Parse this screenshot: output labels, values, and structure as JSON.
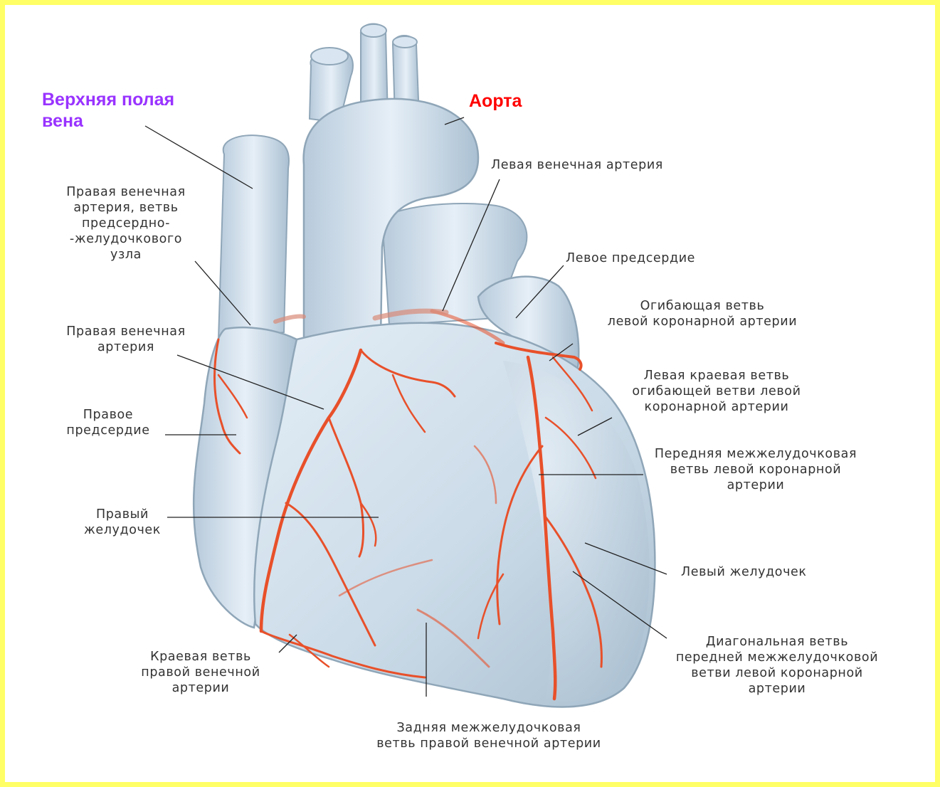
{
  "colors": {
    "background_border": "#ffff66",
    "heart_fill": "#cfdde8",
    "heart_shadow": "#8fa6b8",
    "artery": "#e8502a",
    "leader_line": "#222222",
    "label_text": "#333333",
    "svc_label": "#9933ff",
    "aorta_label": "#ff0000"
  },
  "labels": {
    "svc": "Верхняя полая\nвена",
    "aorta": "Аорта",
    "left_coronary_artery": "Левая венечная артерия",
    "right_coronary_av_node_branch": "Правая венечная\nартерия, ветвь\nпредсердно-\n-желудочкового\nузла",
    "left_atrium": "Левое предсердие",
    "circumflex_branch": "Огибающая ветвь\nлевой коронарной артерии",
    "right_coronary_artery": "Правая венечная\nартерия",
    "left_marginal_branch": "Левая краевая ветвь\nогибающей ветви левой\nкоронарной артерии",
    "right_atrium": "Правое\nпредсердие",
    "anterior_interventricular_branch": "Передняя межжелудочковая\nветвь левой коронарной\nартерии",
    "right_ventricle": "Правый\nжелудочек",
    "left_ventricle": "Левый желудочек",
    "diagonal_branch": "Диагональная ветвь\nпередней межжелудочковой\nветви левой коронарной\nартерии",
    "right_marginal_branch": "Краевая ветвь\nправой венечной\nартерии",
    "posterior_interventricular_branch": "Задняя межжелудочковая\nветвь правой венечной артерии"
  }
}
